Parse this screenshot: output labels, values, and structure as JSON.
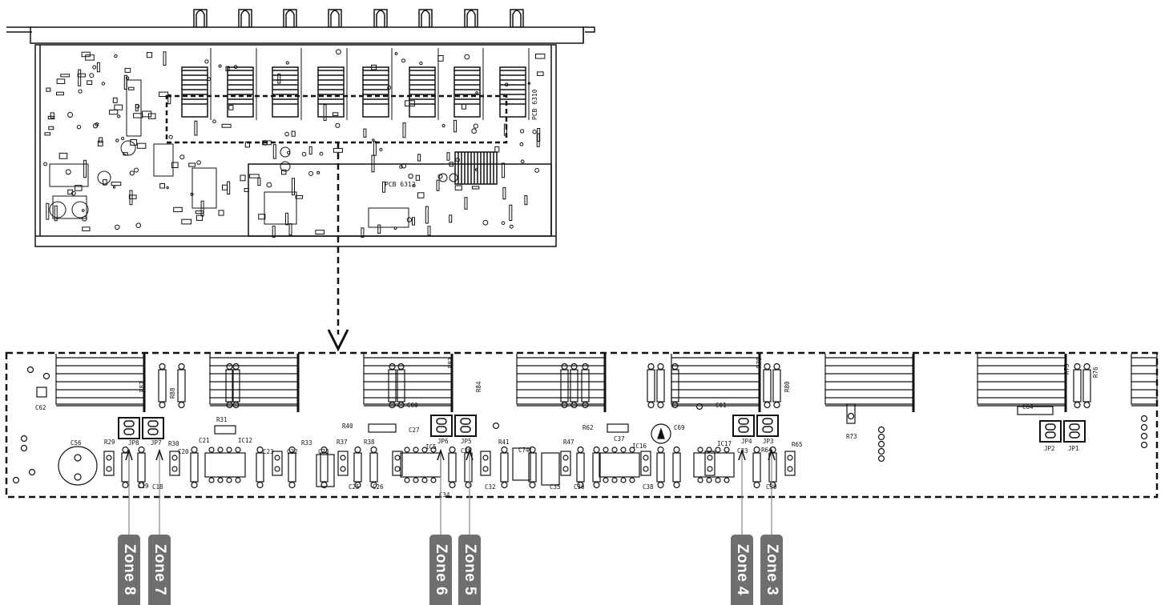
{
  "top_board": {
    "pcb_label_vertical": "PCB 6310",
    "pcb_label_inner": "PCB 6312"
  },
  "detail": {
    "labels": [
      "C62",
      "C56",
      "R29",
      "JP8",
      "JP7",
      "R30",
      "C20",
      "C19",
      "C18",
      "R31",
      "C21",
      "IC12",
      "R87",
      "R88",
      "R33",
      "C23",
      "C22",
      "C73",
      "R37",
      "R38",
      "C25",
      "C26",
      "R40",
      "C27",
      "C60",
      "IC5",
      "JP6",
      "JP5",
      "C28",
      "R84",
      "R83",
      "C34",
      "C32",
      "R41",
      "C74",
      "R47",
      "C35",
      "C36",
      "R62",
      "C37",
      "IC16",
      "C38",
      "C69",
      "C61",
      "IC17",
      "JP4",
      "JP3",
      "C33",
      "R64",
      "R65",
      "C39",
      "R79",
      "R80",
      "R73",
      "C64",
      "R75",
      "R76",
      "JP2",
      "JP1"
    ]
  },
  "zones": [
    {
      "label": "Zone 8"
    },
    {
      "label": "Zone 7"
    },
    {
      "label": "Zone 6"
    },
    {
      "label": "Zone 5"
    },
    {
      "label": "Zone 4"
    },
    {
      "label": "Zone 3"
    }
  ],
  "colors": {
    "ink": "#111111",
    "zone_tab": "#6f6f6f",
    "zone_text": "#ffffff"
  }
}
